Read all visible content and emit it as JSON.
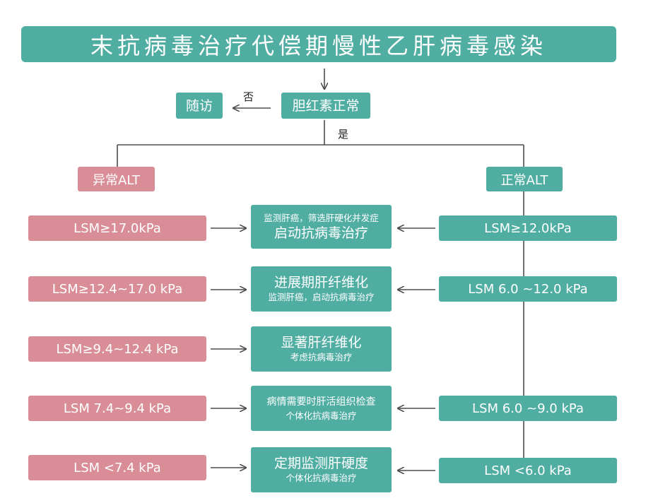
{
  "title": "末抗病毒治疗代偿期慢性乙肝病毒感染",
  "top": {
    "bilirubin": "胆红素正常",
    "follow_up": "随访",
    "no_label": "否",
    "yes_label": "是"
  },
  "left": {
    "header": "异常ALT",
    "items": [
      "LSM≥17.0kPa",
      "LSM≥12.4~17.0 kPa",
      "LSM≥9.4~12.4 kPa",
      "LSM 7.4~9.4 kPa",
      "LSM <7.4 kPa"
    ]
  },
  "right": {
    "header": "正常ALT",
    "items": [
      "LSM≥12.0kPa",
      "LSM 6.0 ~12.0 kPa",
      "LSM 6.0 ~9.0 kPa",
      "LSM <6.0 kPa"
    ]
  },
  "center": [
    {
      "line1": "监测肝癌，筛选肝硬化并发症",
      "line2": "启动抗病毒治疗"
    },
    {
      "line1": "进展期肝纤维化",
      "line2": "监测肝癌，启动抗病毒治疗"
    },
    {
      "line1": "显著肝纤维化",
      "line2": "考虑抗病毒治疗"
    },
    {
      "line1": "病情需要时肝活组织检查",
      "line2": "个体化抗病毒治疗"
    },
    {
      "line1": "定期监测肝硬度",
      "line2": "个体化抗病毒治疗"
    }
  ],
  "colors": {
    "teal": "#4fada2",
    "pink": "#d98e97",
    "line": "#4d4d4d"
  }
}
